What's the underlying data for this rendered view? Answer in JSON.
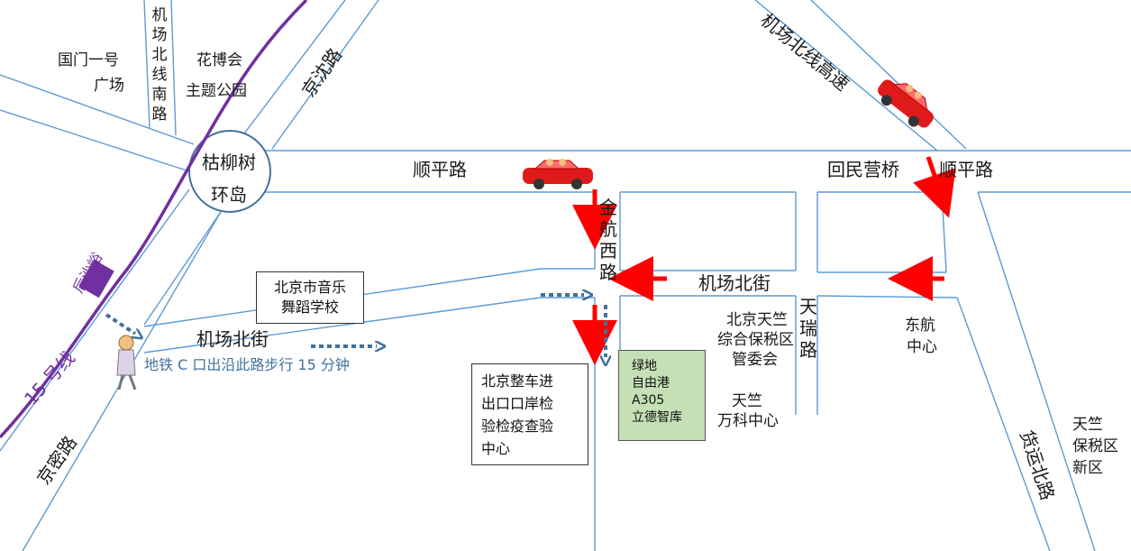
{
  "roads": {
    "shunping_left": "顺平路",
    "shunping_right": "顺平路",
    "jichang_beijie_top": "机场北街",
    "jichang_beijie_bottom": "机场北街",
    "jinhang_xi": "金航西路",
    "tianrui": "天瑞路",
    "huoyun_bei": "货运北路",
    "jingshen": "京沈路",
    "jingmi": "京密路",
    "jichang_beixian_nan": "机场北线南路",
    "jichang_beixian_gaosu": "机场北线高速",
    "huiminying_bridge": "回民营桥"
  },
  "roundabout": {
    "line1": "枯柳树",
    "line2": "环岛"
  },
  "metro": {
    "line_name": "15 号线",
    "station": "后沙峪",
    "color": "#7030a0"
  },
  "places": {
    "guomen_line1": "国门一号",
    "guomen_line2": "广场",
    "huabo_line1": "花博会",
    "huabo_line2": "主题公园",
    "tianzhu_comm_line1": "北京天竺",
    "tianzhu_comm_line2": "综合保税区",
    "tianzhu_comm_line3": "管委会",
    "vanke_line1": "天竺",
    "vanke_line2": "万科中心",
    "donghang_line1": "东航",
    "donghang_line2": "中心",
    "bonded_line1": "天竺",
    "bonded_line2": "保税区",
    "bonded_line3": "新区"
  },
  "boxes": {
    "music_school_line1": "北京市音乐",
    "music_school_line2": "舞蹈学校",
    "inspection_line1": "北京整车进",
    "inspection_line2": "出口口岸检",
    "inspection_line3": "验检疫查验",
    "inspection_line4": "中心"
  },
  "destination": {
    "line1": "绿地",
    "line2": "自由港",
    "line3": "A305",
    "line4": "立德智库",
    "color": "#c5e0b4"
  },
  "walking_note": "地铁 C 口出沿此路步行 15 分钟",
  "colors": {
    "road": "#5b9bd5",
    "route_car": "#ff0000",
    "route_walk": "#41719c",
    "text": "#1a1a1a"
  },
  "icons": [
    "car-icon",
    "car-icon",
    "pedestrian-icon",
    "metro-station-icon"
  ]
}
